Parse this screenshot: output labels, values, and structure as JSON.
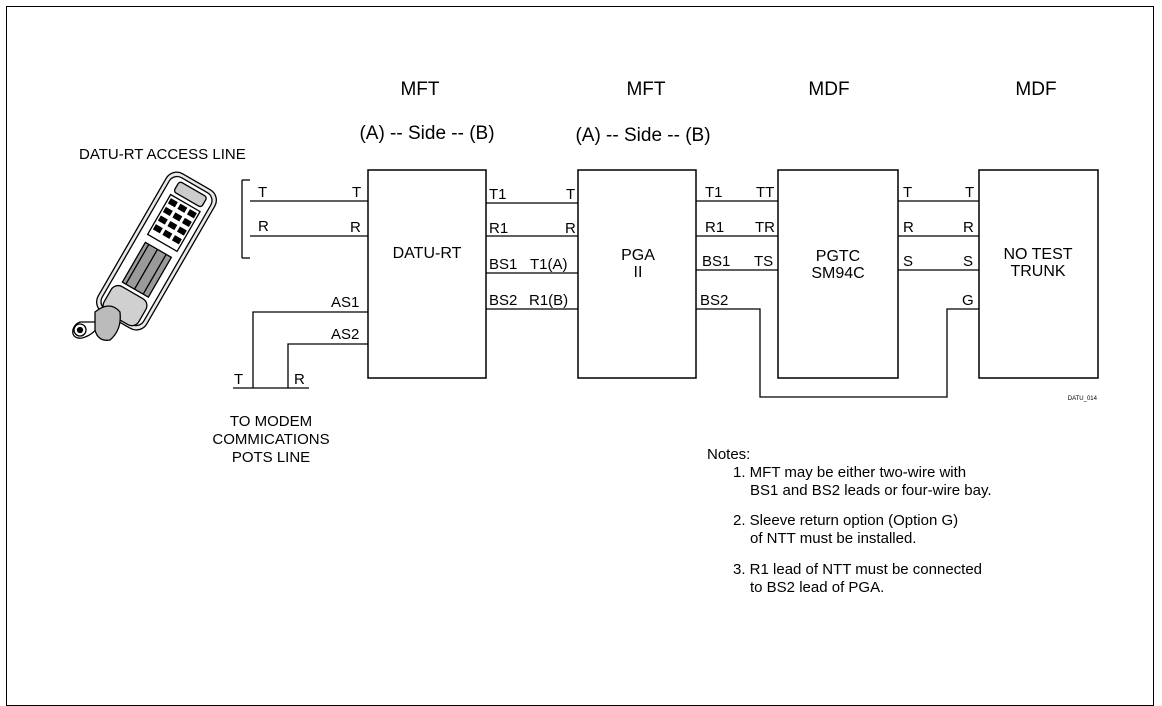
{
  "headers": {
    "col1": "MFT",
    "col2": "MFT",
    "col3": "MDF",
    "col4": "MDF",
    "side1": "(A) -- Side -- (B)",
    "side2": "(A) -- Side -- (B)"
  },
  "access_line": "DATU-RT ACCESS LINE",
  "boxes": {
    "datu": "DATU-RT",
    "pga_l1": "PGA",
    "pga_l2": "II",
    "pgtc_l1": "PGTC",
    "pgtc_l2": "SM94C",
    "ntt_l1": "NO TEST",
    "ntt_l2": "TRUNK"
  },
  "leads": {
    "left_t": "T",
    "left_r": "R",
    "datu_in_t": "T",
    "datu_in_r": "R",
    "as1": "AS1",
    "as2": "AS2",
    "datu_out_t1": "T1",
    "datu_out_r1": "R1",
    "datu_out_bs1": "BS1",
    "datu_out_bs2": "BS2",
    "pga_in_t": "T",
    "pga_in_r": "R",
    "pga_in_t1a": "T1(A)",
    "pga_in_r1b": "R1(B)",
    "pga_out_t1": "T1",
    "pga_out_r1": "R1",
    "pga_out_bs1": "BS1",
    "pga_out_bs2": "BS2",
    "pgtc_in_tt": "TT",
    "pgtc_in_tr": "TR",
    "pgtc_in_ts": "TS",
    "pgtc_out_t": "T",
    "pgtc_out_r": "R",
    "pgtc_out_s": "S",
    "ntt_in_t": "T",
    "ntt_in_r": "R",
    "ntt_in_s": "S",
    "ntt_in_g": "G",
    "modem_t": "T",
    "modem_r": "R"
  },
  "modem_lines": [
    "TO MODEM",
    "COMMICATIONS",
    "POTS LINE"
  ],
  "figure_id": "DATU_014",
  "notes": {
    "title": "Notes:",
    "n1_l1": "1. MFT may be either two-wire with",
    "n1_l2": "BS1 and BS2 leads or four-wire bay.",
    "n2_l1": "2. Sleeve return option (Option G)",
    "n2_l2": "of NTT must be installed.",
    "n3_l1": "3. R1 lead of NTT must be connected",
    "n3_l2": "to BS2 lead of PGA."
  }
}
